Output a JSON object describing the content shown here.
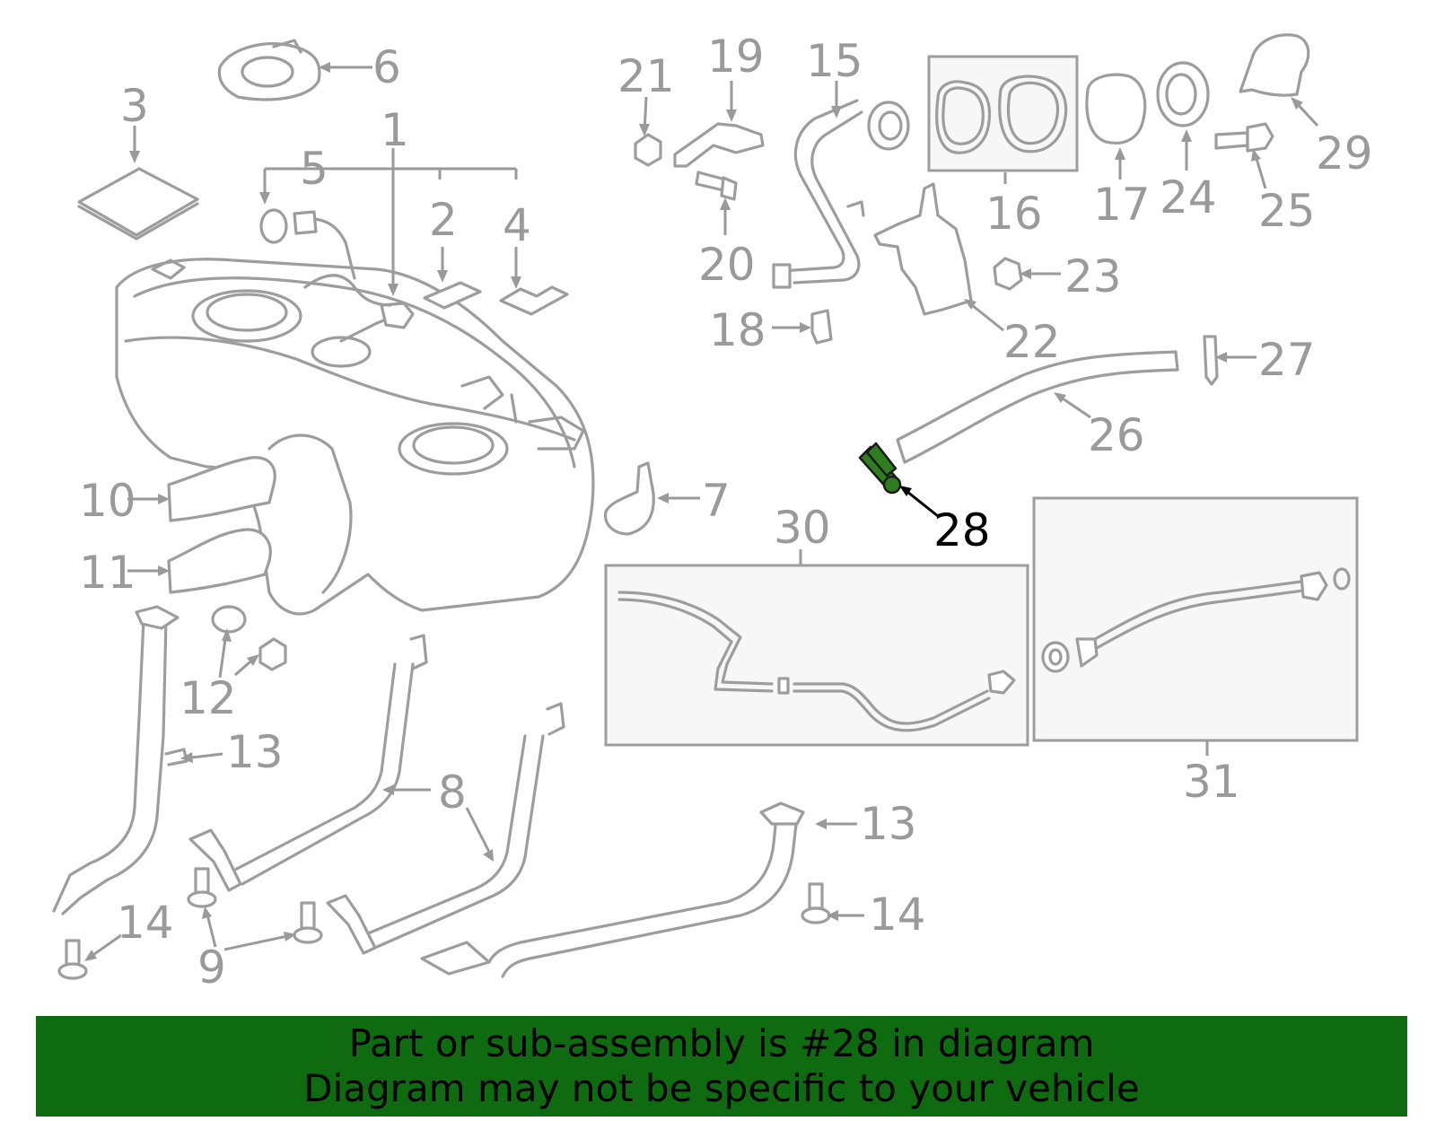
{
  "diagram": {
    "highlight_part": "28",
    "colors": {
      "line": "#9d9d9d",
      "highlight": "#2e7d1f",
      "banner_bg": "#0f6b0f"
    },
    "callouts": [
      {
        "id": "c1",
        "text": "1"
      },
      {
        "id": "c2",
        "text": "2"
      },
      {
        "id": "c3",
        "text": "3"
      },
      {
        "id": "c4",
        "text": "4"
      },
      {
        "id": "c5",
        "text": "5"
      },
      {
        "id": "c6",
        "text": "6"
      },
      {
        "id": "c7",
        "text": "7"
      },
      {
        "id": "c8",
        "text": "8"
      },
      {
        "id": "c9",
        "text": "9"
      },
      {
        "id": "c10",
        "text": "10"
      },
      {
        "id": "c11",
        "text": "11"
      },
      {
        "id": "c12",
        "text": "12"
      },
      {
        "id": "c13a",
        "text": "13"
      },
      {
        "id": "c13b",
        "text": "13"
      },
      {
        "id": "c14a",
        "text": "14"
      },
      {
        "id": "c14b",
        "text": "14"
      },
      {
        "id": "c15",
        "text": "15"
      },
      {
        "id": "c16",
        "text": "16"
      },
      {
        "id": "c17",
        "text": "17"
      },
      {
        "id": "c18",
        "text": "18"
      },
      {
        "id": "c19",
        "text": "19"
      },
      {
        "id": "c20",
        "text": "20"
      },
      {
        "id": "c21",
        "text": "21"
      },
      {
        "id": "c22",
        "text": "22"
      },
      {
        "id": "c23",
        "text": "23"
      },
      {
        "id": "c24",
        "text": "24"
      },
      {
        "id": "c25",
        "text": "25"
      },
      {
        "id": "c26",
        "text": "26"
      },
      {
        "id": "c27",
        "text": "27"
      },
      {
        "id": "c28",
        "text": "28"
      },
      {
        "id": "c29",
        "text": "29"
      },
      {
        "id": "c30",
        "text": "30"
      },
      {
        "id": "c31",
        "text": "31"
      }
    ]
  },
  "banner": {
    "line1": "Part or sub-assembly is #28 in diagram",
    "line2": "Diagram may not be specific to your vehicle"
  }
}
